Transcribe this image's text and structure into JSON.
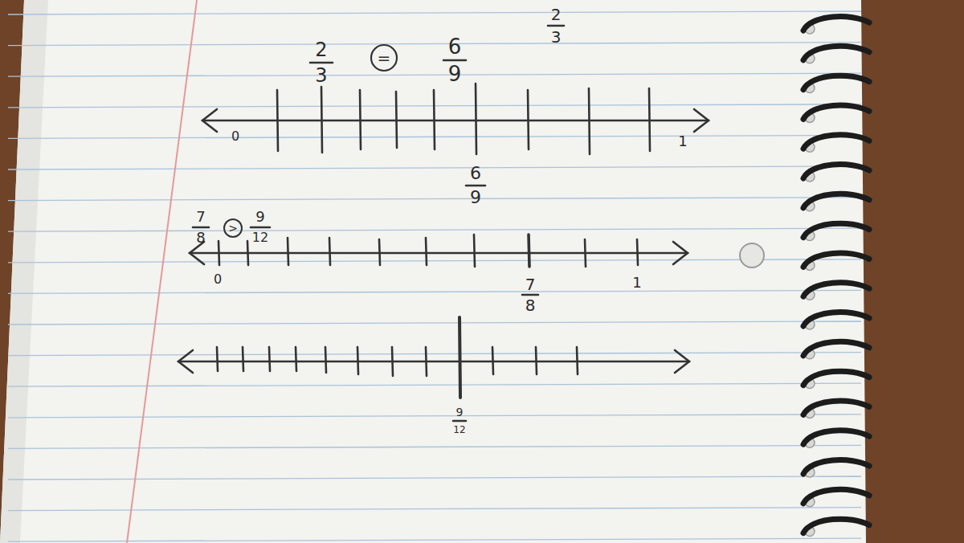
{
  "diagram": {
    "labels": [
      "2",
      "3",
      "2",
      "3",
      "=",
      "6",
      "9",
      "0",
      "1",
      "6",
      "9",
      "7",
      "8",
      ">",
      "9",
      "12",
      "0",
      "1",
      "7",
      "8",
      "9",
      "12"
    ]
  }
}
